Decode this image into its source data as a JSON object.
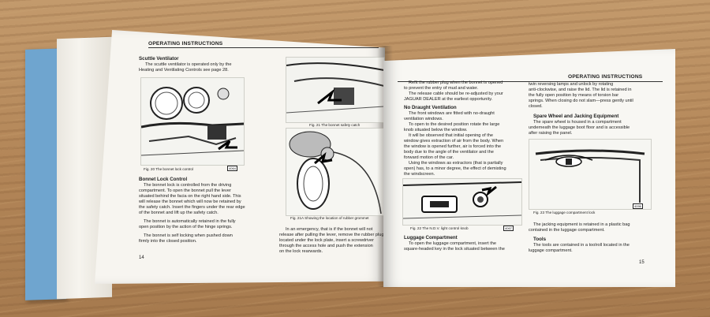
{
  "left_page": {
    "running_head": "OPERATING INSTRUCTIONS",
    "scuttle": {
      "heading": "Scuttle Ventilator",
      "lines": [
        "The scuttle ventilator is operated only by the",
        "Heating and Ventilating Controls see page 28."
      ]
    },
    "fig20": {
      "caption": "Fig. 20  The bonnet lock control",
      "tag": "4064"
    },
    "bonnet_lock": {
      "heading": "Bonnet Lock Control",
      "p1": [
        "The bonnet lock is controlled from the driving",
        "compartment. To open the bonnet pull the lever",
        "situated behind the facia on the right hand side. This",
        "will release the bonnet which will now be retained by",
        "the safety catch. Insert the fingers under the rear edge",
        "of the bonnet and lift up the safety catch."
      ],
      "p2": [
        "The bonnet is automatically retained in the fully",
        "open position by the action of the hinge springs."
      ],
      "p3": [
        "The bonnet is self locking when pushed down",
        "firmly into the closed position."
      ]
    },
    "fig21": {
      "caption": "Fig. 21  The bonnet safety catch"
    },
    "fig21a": {
      "caption": "Fig. 21A    Showing the location of rubber grommet"
    },
    "emergency": [
      "In an emergency, that is if the bonnet will not",
      "release after pulling the lever, remove the rubber plug",
      "located under the lock plate, insert a screwdriver",
      "through the access hole and push the extension",
      "on the lock rearwards."
    ],
    "page_number": "14"
  },
  "right_page": {
    "running_head": "OPERATING INSTRUCTIONS",
    "col1_top": [
      "Refit the rubber plug when the bonnet is opened",
      "to prevent the entry of mud and water.",
      "The release cable should be re-adjusted by your",
      "JAGUAR DEALER at the earliest opportunity."
    ],
    "no_draught": {
      "heading": "No Draught Ventilation",
      "lines": [
        "The front windows are fitted with no-draught",
        "ventilation windows.",
        "To open to the desired position rotate the large",
        "knob situated below the window.",
        "It will be observed that initial opening of the",
        "window gives extraction of air from the body. When",
        "the window is opened further, air is forced into the",
        "body due to the angle of the ventilator and the",
        "forward motion of the car.",
        "Using the windows as extractors (that is partially",
        "open) has, to a minor degree, the effect of demisting",
        "the windscreen."
      ]
    },
    "fig22": {
      "caption": "Fig. 22   The N.D.V. light control knob",
      "tag": "4067"
    },
    "luggage": {
      "heading": "Luggage Compartment",
      "lines": [
        "To open the luggage compartment, insert the",
        "square-headed key in the lock situated between the"
      ]
    },
    "col2_top": [
      "twin reversing lamps and unlock by rotating",
      "anti-clockwise, and raise the lid. The lid is retained in",
      "the fully open position by means of torsion bar",
      "springs. When closing do not slam—press gently until",
      "closed."
    ],
    "spare_wheel": {
      "heading": "Spare Wheel and Jacking Equipment",
      "lines": [
        "The spare wheel is housed in a compartment",
        "underneath the luggage boot floor and is accessible",
        "after raising the panel."
      ]
    },
    "fig23": {
      "caption": "Fig. 23   The luggage compartment lock",
      "tag": "4096"
    },
    "jacking": [
      "The jacking equipment is retained in a plastic bag",
      "contained in the luggage compartment."
    ],
    "tools": {
      "heading": "Tools",
      "lines": [
        "The tools are contained in a toolroll located in the",
        "luggage compartment."
      ]
    },
    "page_number": "15"
  }
}
